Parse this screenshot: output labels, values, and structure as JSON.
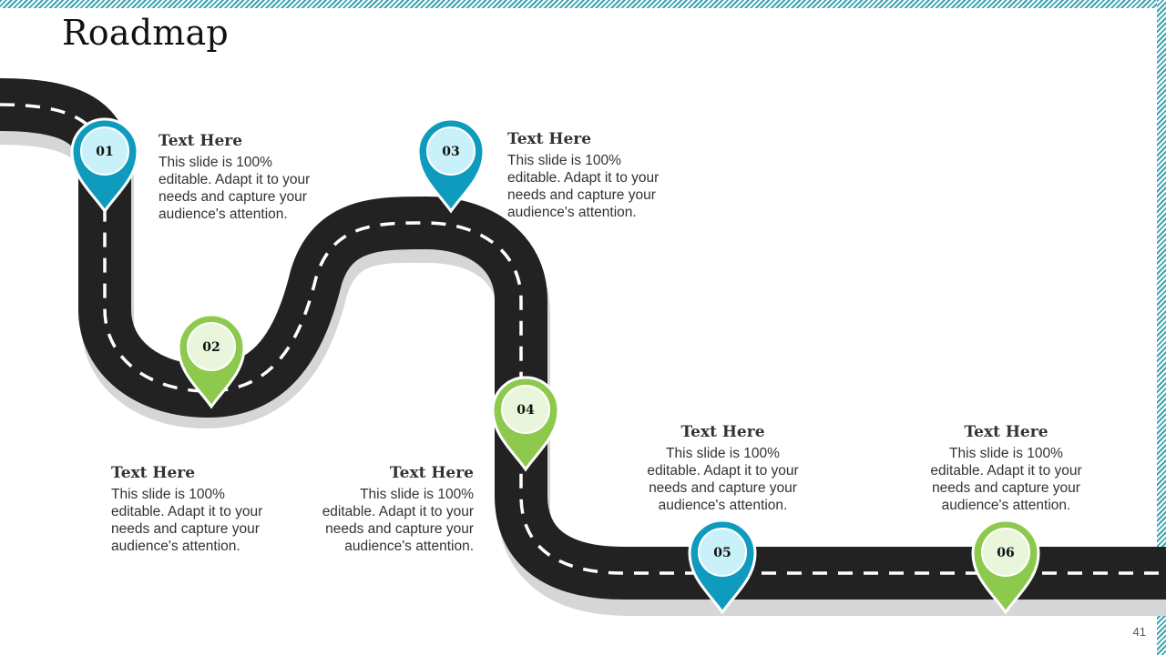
{
  "title": "Roadmap",
  "page_number": "41",
  "colors": {
    "blue": "#0f9bbd",
    "green": "#8cc94c",
    "road": "#222222",
    "accent": "#3fa3b2"
  },
  "pins": [
    {
      "label": "01",
      "color": "blue",
      "icon": "map-pin-icon"
    },
    {
      "label": "02",
      "color": "green",
      "icon": "map-pin-icon"
    },
    {
      "label": "03",
      "color": "blue",
      "icon": "map-pin-icon"
    },
    {
      "label": "04",
      "color": "green",
      "icon": "map-pin-icon"
    },
    {
      "label": "05",
      "color": "blue",
      "icon": "map-pin-icon"
    },
    {
      "label": "06",
      "color": "green",
      "icon": "map-pin-icon"
    }
  ],
  "steps": [
    {
      "heading": "Text Here",
      "body": "This slide is 100% editable. Adapt it to your needs and capture your audience's attention."
    },
    {
      "heading": "Text Here",
      "body": "This slide is 100% editable. Adapt it to your needs and capture your audience's attention."
    },
    {
      "heading": "Text Here",
      "body": "This slide is 100% editable. Adapt it to your needs and capture your audience's attention."
    },
    {
      "heading": "Text Here",
      "body": "This slide is 100% editable. Adapt it to your needs and capture your audience's attention."
    },
    {
      "heading": "Text Here",
      "body": "This slide is 100% editable. Adapt it to your needs and capture your audience's attention."
    },
    {
      "heading": "Text Here",
      "body": "This slide is 100% editable. Adapt it to your needs and capture your audience's attention."
    }
  ]
}
